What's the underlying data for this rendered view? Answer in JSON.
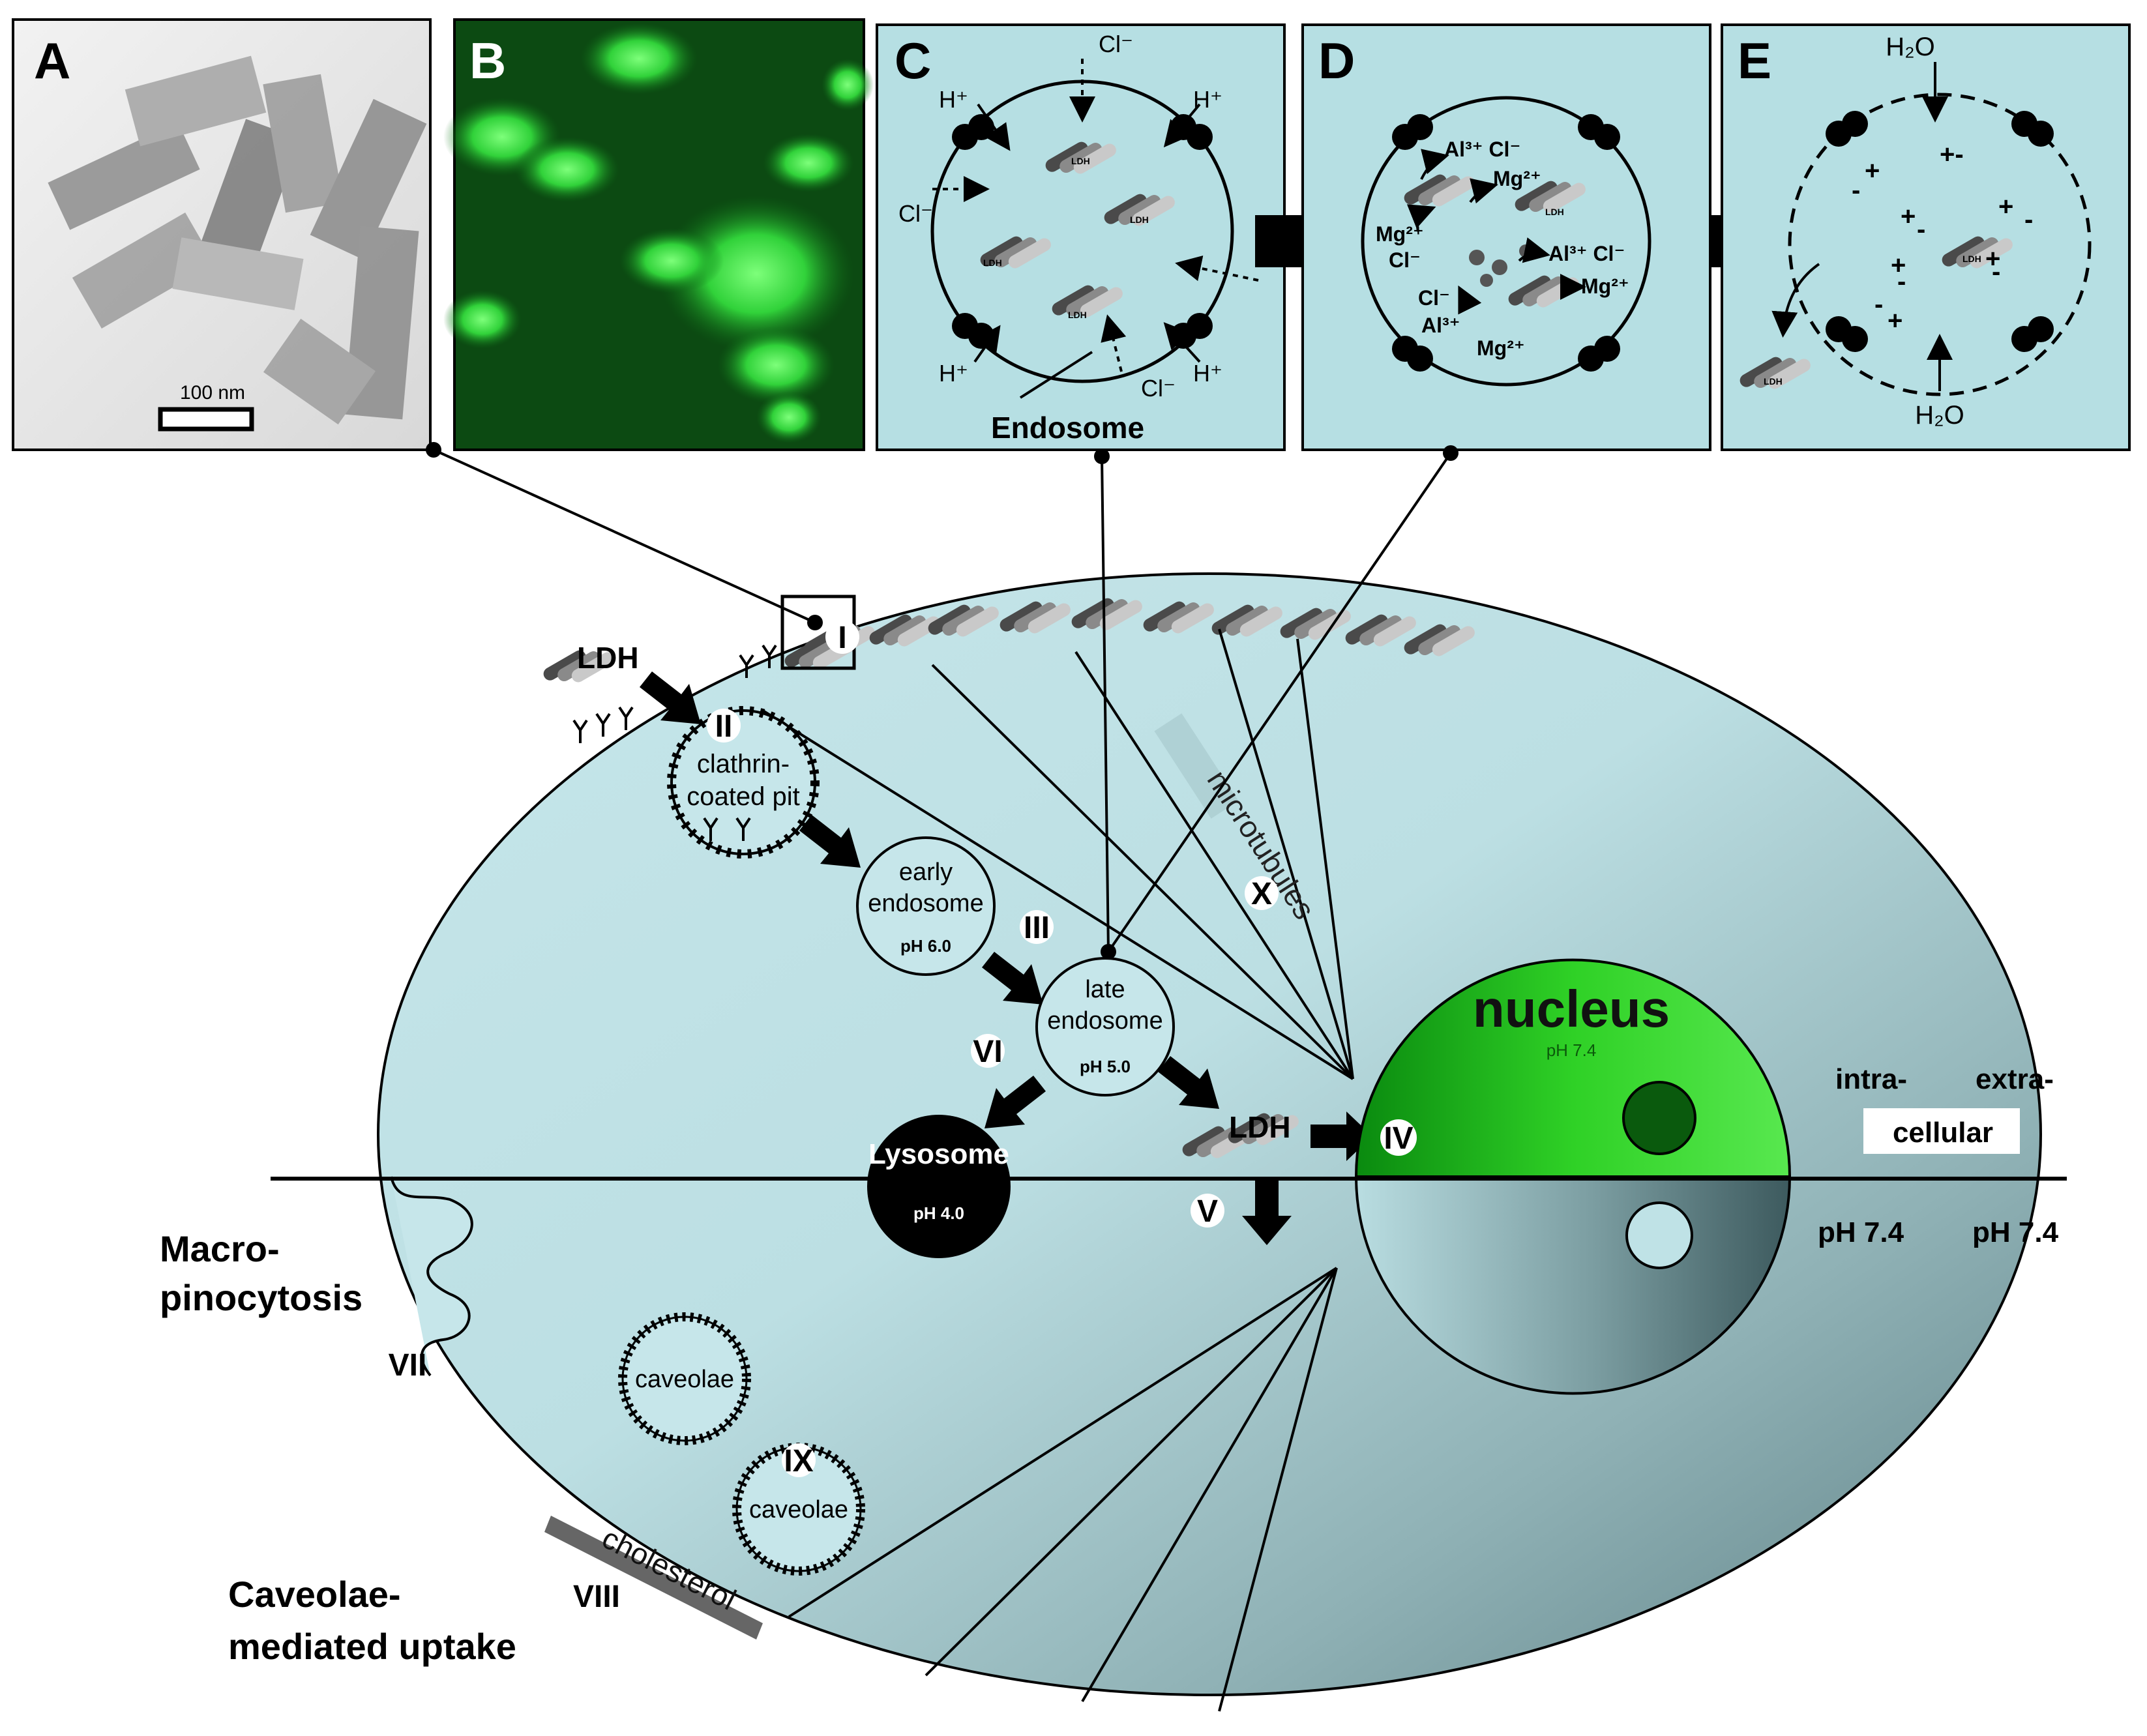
{
  "panels": {
    "a": {
      "letter": "A",
      "scale_bar": "100 nm"
    },
    "b": {
      "letter": "B"
    },
    "c": {
      "letter": "C",
      "ions": {
        "cl": "Cl⁻",
        "h": "H⁺"
      },
      "particle": "LDH",
      "caption": "Endosome"
    },
    "d": {
      "letter": "D",
      "ions": {
        "al_cl": "Al³⁺ Cl⁻",
        "mg": "Mg²⁺",
        "cl": "Cl⁻",
        "al": "Al³⁺"
      },
      "particle": "LDH"
    },
    "e": {
      "letter": "E",
      "water": "H₂O",
      "particle": "LDH",
      "charges": {
        "plus": "+",
        "minus": "-",
        "pm": "+-"
      }
    }
  },
  "cell": {
    "ldh": "LDH",
    "steps": [
      "I",
      "II",
      "III",
      "IV",
      "V",
      "VI",
      "VII",
      "VIII",
      "IX",
      "X"
    ],
    "clathrin_pit": [
      "clathrin-",
      "coated pit"
    ],
    "early_endosome": {
      "lines": [
        "early",
        "endosome"
      ],
      "ph": "pH 6.0"
    },
    "late_endosome": {
      "lines": [
        "late",
        "endosome"
      ],
      "ph": "pH 5.0"
    },
    "lysosome": {
      "label": "Lysosome",
      "ph": "pH 4.0"
    },
    "nucleus": {
      "label": "nucleus",
      "ph": "pH 7.4"
    },
    "microtubules": "microtubules",
    "intra": "intra-",
    "extra": "extra-",
    "cellular": "cellular",
    "ph_intra": "pH 7.4",
    "ph_extra": "pH 7.4",
    "macropinocytosis": [
      "Macro-",
      "pinocytosis"
    ],
    "caveolae": "caveolae",
    "cholesterol": "cholesterol",
    "caveolae_uptake": [
      "Caveolae-",
      "mediated uptake"
    ]
  },
  "colors": {
    "cell_light": "#c6e6ea",
    "cell_dark": "#6c8e92",
    "panel_bg": "#b6dfe3",
    "nucleus_green": "#1fbf16",
    "fluorescence": "#2fcf3a"
  }
}
